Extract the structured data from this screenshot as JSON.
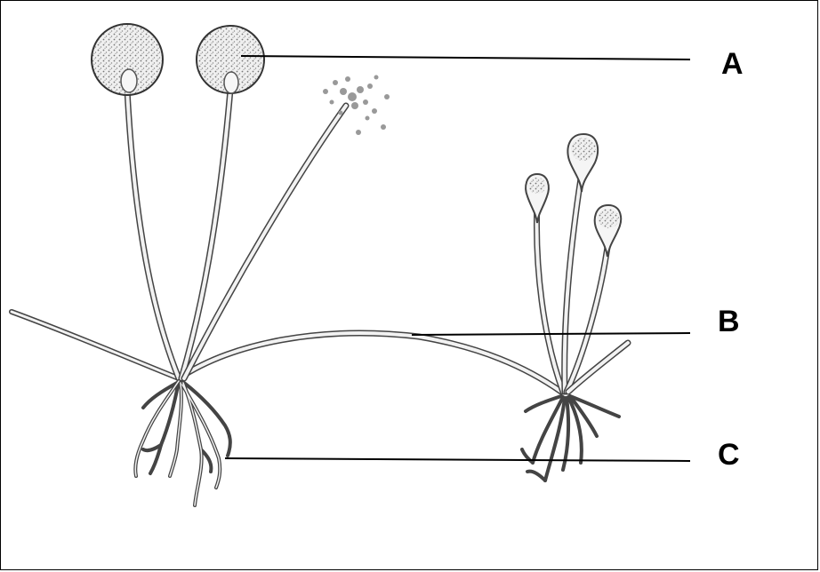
{
  "labels": {
    "a": "A",
    "b": "B",
    "c": "C"
  },
  "colors": {
    "line": "#000000",
    "stroke": "#444444",
    "fill": "#f2f2f2",
    "stipple": "#777777"
  }
}
